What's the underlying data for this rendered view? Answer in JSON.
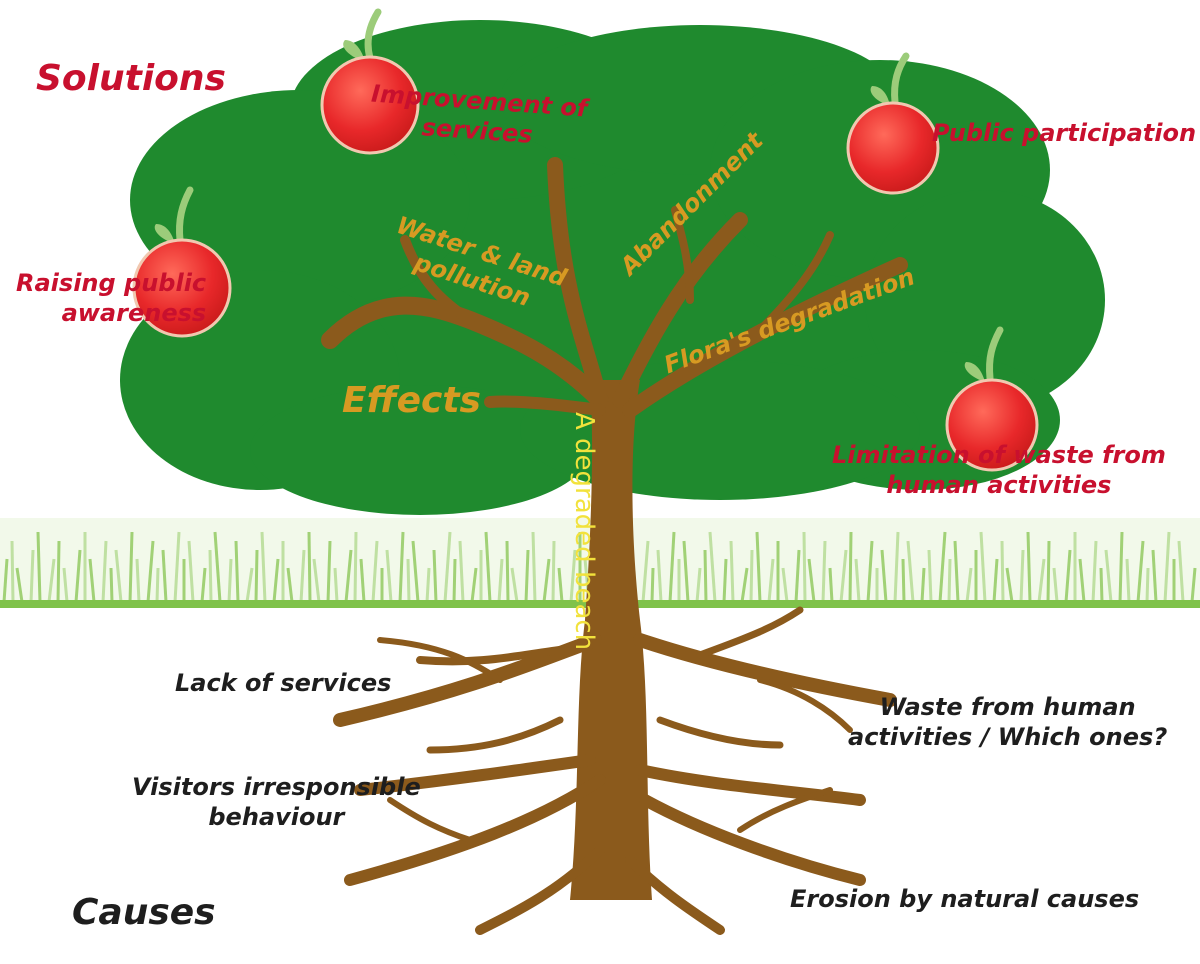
{
  "diagram": {
    "headings": {
      "solutions": "Solutions",
      "effects": "Effects",
      "causes": "Causes"
    },
    "trunk_label": "A degraded beach",
    "solutions": {
      "improvement_of_services": [
        "Improvement of",
        "services"
      ],
      "public_participation": "Public participation",
      "raising_public_awareness": [
        "Raising public",
        "awareness"
      ],
      "limitation_of_waste": [
        "Limitation of waste from",
        "human activities"
      ]
    },
    "effects": {
      "water_land_pollution": [
        "Water & land",
        "pollution"
      ],
      "abandonment": "Abandonment",
      "floras_degradation": "Flora's degradation"
    },
    "causes": {
      "lack_of_services": "Lack of services",
      "waste_from_human_activities": [
        "Waste from human",
        "activities / Which ones?"
      ],
      "visitors_behaviour": [
        "Visitors irresponsible",
        "behaviour"
      ],
      "erosion": "Erosion by natural causes"
    },
    "colors": {
      "canopy": "#1f8a2e",
      "trunk": "#8b5a1c",
      "apple": "#e8282a",
      "apple_outline": "#f1c8b0",
      "stem": "#9ccc7a",
      "grass": "#7fc24a",
      "solution_text": "#c8102e",
      "effect_text": "#d79a22",
      "trunk_text": "#f2e23c",
      "cause_text": "#1e1e1e"
    }
  }
}
